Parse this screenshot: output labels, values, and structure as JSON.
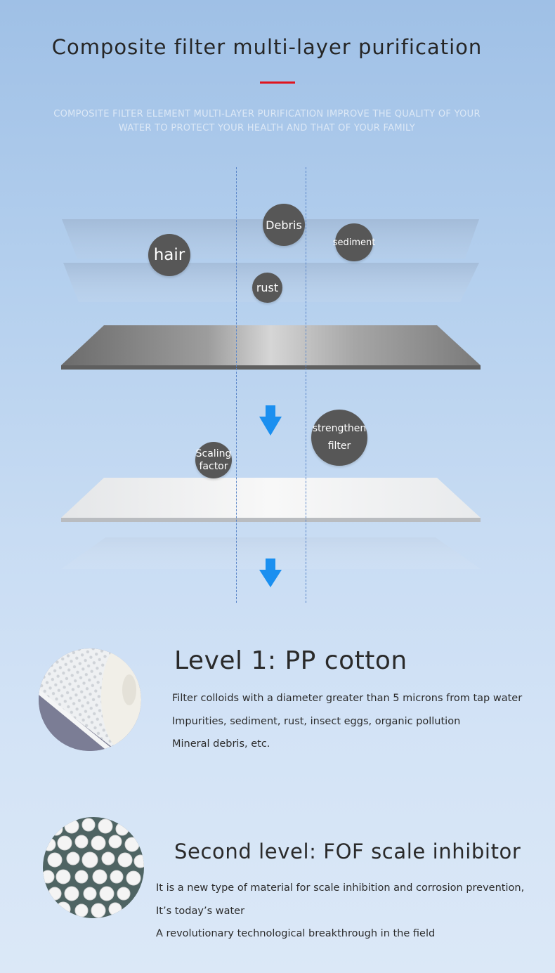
{
  "header": {
    "title": "Composite filter multi-layer purification",
    "subtitle_line1": "COMPOSITE FILTER ELEMENT MULTI-LAYER PURIFICATION IMPROVE THE QUALITY OF YOUR",
    "subtitle_line2": "WATER TO PROTECT YOUR HEALTH AND THAT OF YOUR FAMILY"
  },
  "diagram": {
    "bubbles": {
      "hair": "hair",
      "debris": "Debris",
      "sediment": "sediment",
      "rust": "rust",
      "strengthen_line1": "strengthen",
      "strengthen_line2": "filter",
      "scaling_line1": "Scaling",
      "scaling_line2": "factor"
    },
    "colors": {
      "arrow": "#1a8ff0",
      "bubble": "#575757",
      "dashed_line": "#5b86c8"
    }
  },
  "level1": {
    "heading": "Level 1: PP cotton",
    "lines": [
      "Filter colloids with a diameter greater than 5 microns from tap water",
      "Impurities, sediment, rust, insect eggs, organic pollution",
      "Mineral debris, etc."
    ]
  },
  "level2": {
    "heading": "Second level: FOF scale inhibitor",
    "lines": [
      "It is a new type of material for scale inhibition and corrosion prevention,",
      "It’s today’s water",
      "A revolutionary technological breakthrough in the field"
    ]
  },
  "colors": {
    "accent_bar": "#e0141e"
  }
}
